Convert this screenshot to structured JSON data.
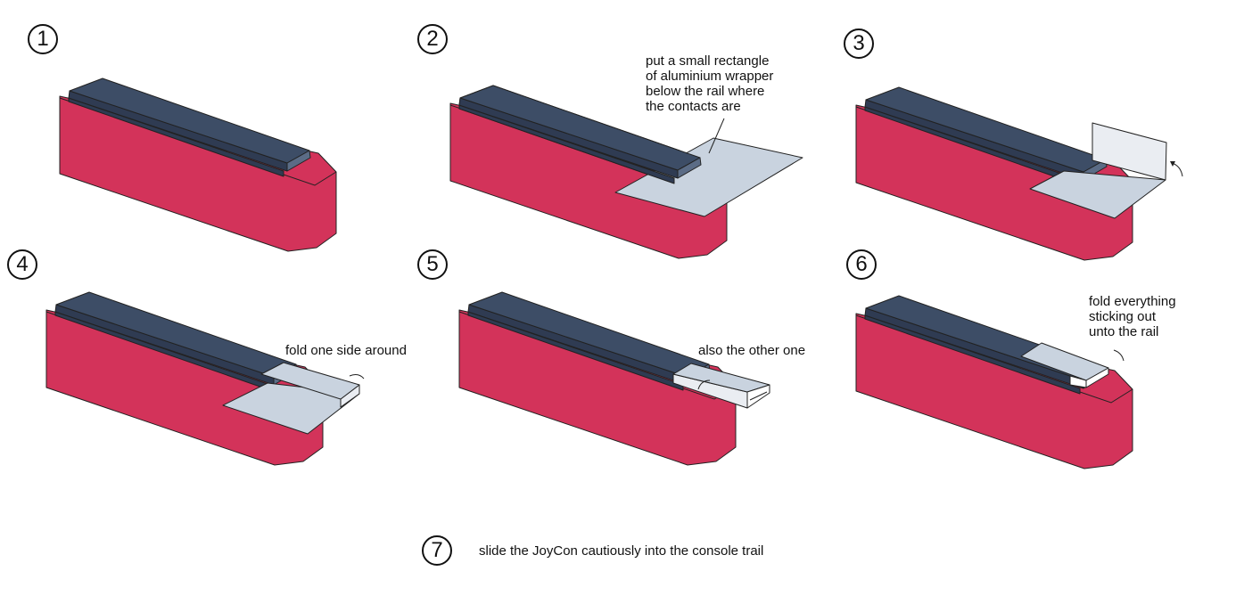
{
  "colors": {
    "body": "#d3335a",
    "rail_top": "#3d4d66",
    "rail_front": "#2f3b52",
    "rail_end": "#5b6c86",
    "foil": "#c9d3df",
    "foil_light": "#eaedf2",
    "outline": "#222222"
  },
  "steps": [
    {
      "number": "1",
      "label": ""
    },
    {
      "number": "2",
      "label_lines": [
        "put a small rectangle",
        "of aluminium wrapper",
        "below the rail where",
        "the contacts are"
      ]
    },
    {
      "number": "3",
      "label": ""
    },
    {
      "number": "4",
      "label": "fold one side around"
    },
    {
      "number": "5",
      "label": "also the other one"
    },
    {
      "number": "6",
      "label_lines": [
        "fold everything",
        "sticking out",
        "unto the rail"
      ]
    },
    {
      "number": "7",
      "label": "slide the JoyCon cautiously into the console trail"
    }
  ]
}
